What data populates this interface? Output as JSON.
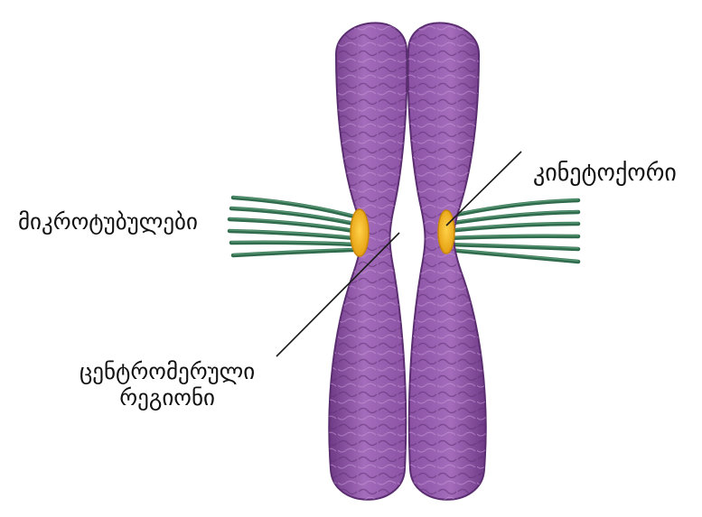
{
  "labels": {
    "kinetochore": "კინეტოქორი",
    "microtubules": "მიკროტუბულები",
    "centromeric_region_line1": "ცენტრომერული",
    "centromeric_region_line2": "რეგიონი"
  },
  "colors": {
    "chromatid": "#9a5fb0",
    "chromatid_dark": "#6e3a86",
    "chromatid_light": "#b785c6",
    "microtubule": "#2f6b4c",
    "kinetochore": "#f2b41c",
    "kinetochore_edge": "#c9870a",
    "leader_line": "#1a1a1a"
  }
}
